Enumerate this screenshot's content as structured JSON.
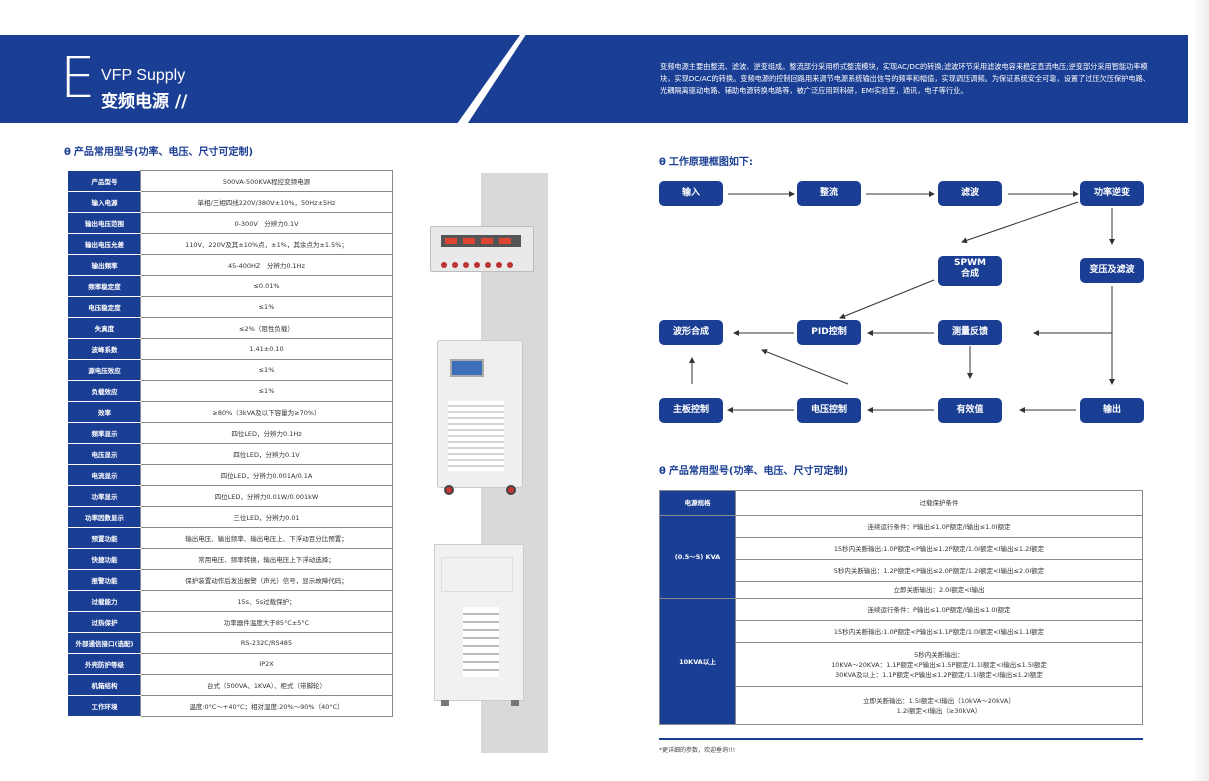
{
  "header": {
    "letter": "E",
    "title_en": "VFP Supply",
    "title_cn": "变频电源 //",
    "description": "变频电源主要由整流、滤波、逆变组成。整流部分采用桥式整流模块，实现AC/DC的转换;滤波环节采用滤波电容来稳定直流电压;逆变部分采用智能功率模块，实现DC/AC的转换。变频电源的控制回路用来调节电源系统输出信号的频率和幅值，实现调压调频。为保证系统安全可靠，设置了过压欠压保护电路、光耦隔离驱动电路、辅助电源转换电路等，被广泛应用到科研，EMI实验室，通讯，电子等行业。"
  },
  "left_section": {
    "title": "产品常用型号(功率、电压、尺寸可定制)",
    "rows": [
      {
        "k": "产品型号",
        "v": "500VA-500KVA程控变频电源"
      },
      {
        "k": "输入电源",
        "v": "单相/三相四线220V/380V±10%，50Hz±5Hz"
      },
      {
        "k": "输出电压范围",
        "v": "0-300V　分辨力0.1V"
      },
      {
        "k": "输出电压允差",
        "v": "110V、220V及其±10%点，±1%，其余点为±1.5%；"
      },
      {
        "k": "输出频率",
        "v": "45-400HZ　分辨力0.1Hz"
      },
      {
        "k": "频率稳定度",
        "v": "≤0.01%"
      },
      {
        "k": "电压稳定度",
        "v": "≤1%"
      },
      {
        "k": "失真度",
        "v": "≤2%（阻性负载）"
      },
      {
        "k": "波峰系数",
        "v": "1.41±0.10"
      },
      {
        "k": "源电压效应",
        "v": "≤1%"
      },
      {
        "k": "负载效应",
        "v": "≤1%"
      },
      {
        "k": "效率",
        "v": "≥80%（3kVA及以下容量为≥70%）"
      },
      {
        "k": "频率显示",
        "v": "四位LED，分辨力0.1Hz"
      },
      {
        "k": "电压显示",
        "v": "四位LED，分辨力0.1V"
      },
      {
        "k": "电流显示",
        "v": "四位LED，分辨力0.001A/0.1A"
      },
      {
        "k": "功率显示",
        "v": "四位LED，分辨力0.01W/0.001kW"
      },
      {
        "k": "功率因数显示",
        "v": "三位LED，分辨力0.01"
      },
      {
        "k": "预置功能",
        "v": "输出电压、输出频率、输出电压上、下浮动百分比预置；"
      },
      {
        "k": "快捷功能",
        "v": "常用电压、频率转换，输出电压上下浮动选择；"
      },
      {
        "k": "报警功能",
        "v": "保护装置动作后发出报警（声光）信号，显示故障代码；"
      },
      {
        "k": "过载能力",
        "v": "15s、5s过载保护；"
      },
      {
        "k": "过热保护",
        "v": "功率器件温度大于85°C±5°C"
      },
      {
        "k": "外部通信接口(选配)",
        "v": "RS-232C/RS485"
      },
      {
        "k": "外壳防护等级",
        "v": "IP2X"
      },
      {
        "k": "机箱结构",
        "v": "台式（500VA、1KVA）、柜式（带脚轮）"
      },
      {
        "k": "工作环境",
        "v": "温度:0°C～+40°C；相对湿度:20%～90%（40°C）"
      }
    ]
  },
  "flow": {
    "title": "工作原理框图如下:",
    "boxes": {
      "input": "输入",
      "rectify": "整流",
      "filter": "滤波",
      "inverter": "功率逆变",
      "spwm_1": "SPWM",
      "spwm_2": "合成",
      "transformer": "变压及滤波",
      "waveform": "波形合成",
      "pid": "PID控制",
      "feedback": "测量反馈",
      "mainboard": "主板控制",
      "voltage_ctrl": "电压控制",
      "rms": "有效值",
      "output": "输出"
    }
  },
  "right_section": {
    "title": "产品常用型号(功率、电压、尺寸可定制)",
    "head_k": "电源规格",
    "head_v": "过载保护条件",
    "group1_label": "(0.5～5) KVA",
    "group1": [
      "连续运行条件：P输出≤1.0P额定/I输出≤1.0I额定",
      "15秒内关断输出:1.0P额定<P输出≤1.2P额定/1.0I额定<I输出≤1.2I额定",
      "5秒内关断输出：1.2P额定<P输出≤2.0P额定/1.2I额定<I输出≤2.0I额定",
      "立即关断输出：2.0I额定<I输出"
    ],
    "group2_label": "10KVA以上",
    "group2": [
      "连续运行条件：P输出≤1.0P额定/I输出≤1.0I额定",
      "15秒内关断输出:1.0P额定<P输出≤1.1P额定/1.0I额定<I输出≤1.1I额定"
    ],
    "group2_5s_title": "5秒内关断输出：",
    "group2_5s_a": "10KVA～20KVA：1.1P额定<P输出≤1.5P额定/1.1I额定<I输出≤1.5I额定",
    "group2_5s_b": "30KVA及以上：1.1P额定<P输出≤1.2P额定/1.1I额定<I输出≤1.2I额定",
    "group2_now_a": "立即关断输出：1.5I额定<I输出（10kVA～20kVA）",
    "group2_now_b": "1.2I额定<I输出（≥30kVA）",
    "note": "*更详细的参数，欢迎垂询!!!"
  },
  "colors": {
    "brand": "#1a3e93"
  }
}
